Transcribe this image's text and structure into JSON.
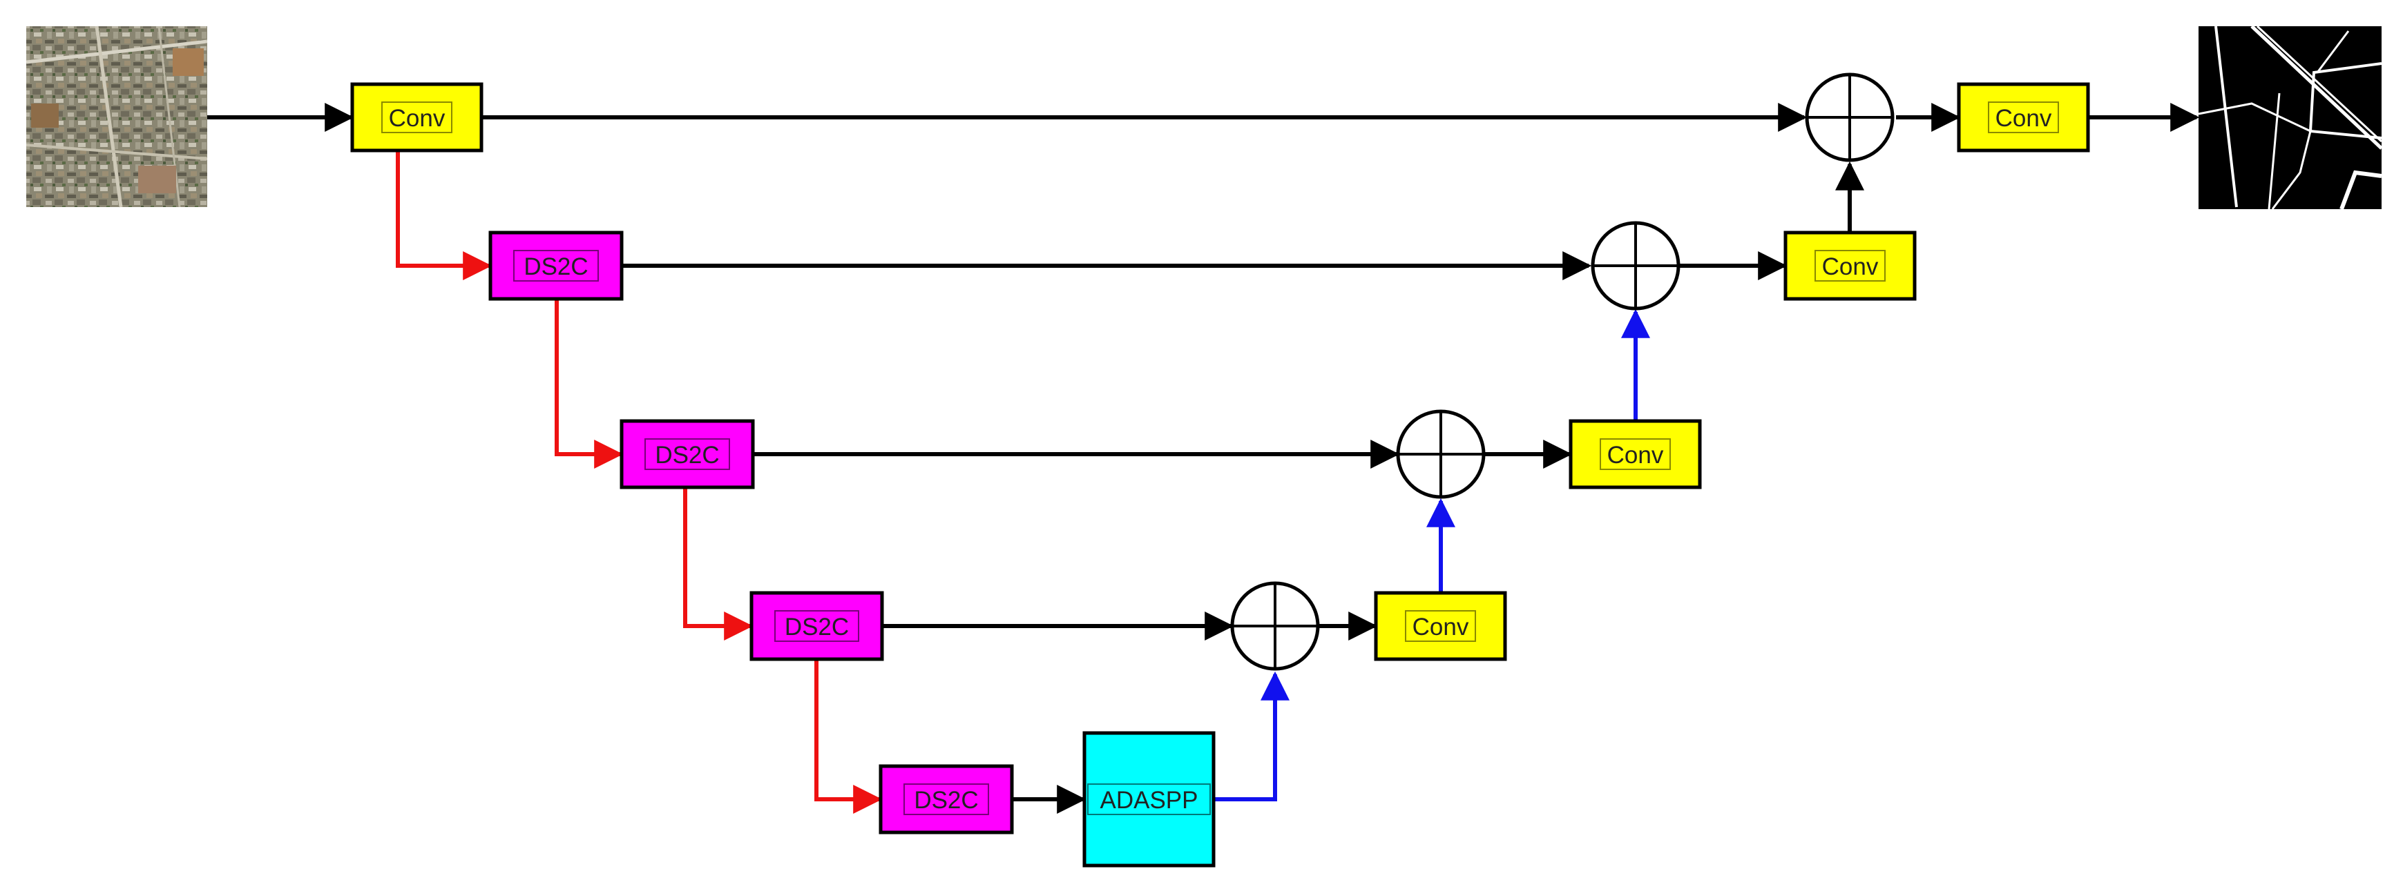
{
  "diagram": {
    "colors": {
      "conv_fill": "#ffff00",
      "ds2c_fill": "#ff00ff",
      "adaspp_fill": "#00ffff",
      "stroke": "#000000",
      "downsample_arrow": "#ff0000",
      "upsample_arrow": "#0000ff",
      "flow_arrow": "#000000"
    },
    "icons": {
      "input": "satellite-image-icon",
      "output": "road-mask-icon",
      "sum": "circle-plus-icon"
    },
    "nodes": {
      "conv_in": "Conv",
      "ds2c_1": "DS2C",
      "ds2c_2": "DS2C",
      "ds2c_3": "DS2C",
      "ds2c_4": "DS2C",
      "adaspp": "ADASPP",
      "conv_up_1": "Conv",
      "conv_up_2": "Conv",
      "conv_up_3": "Conv",
      "conv_out": "Conv"
    }
  }
}
